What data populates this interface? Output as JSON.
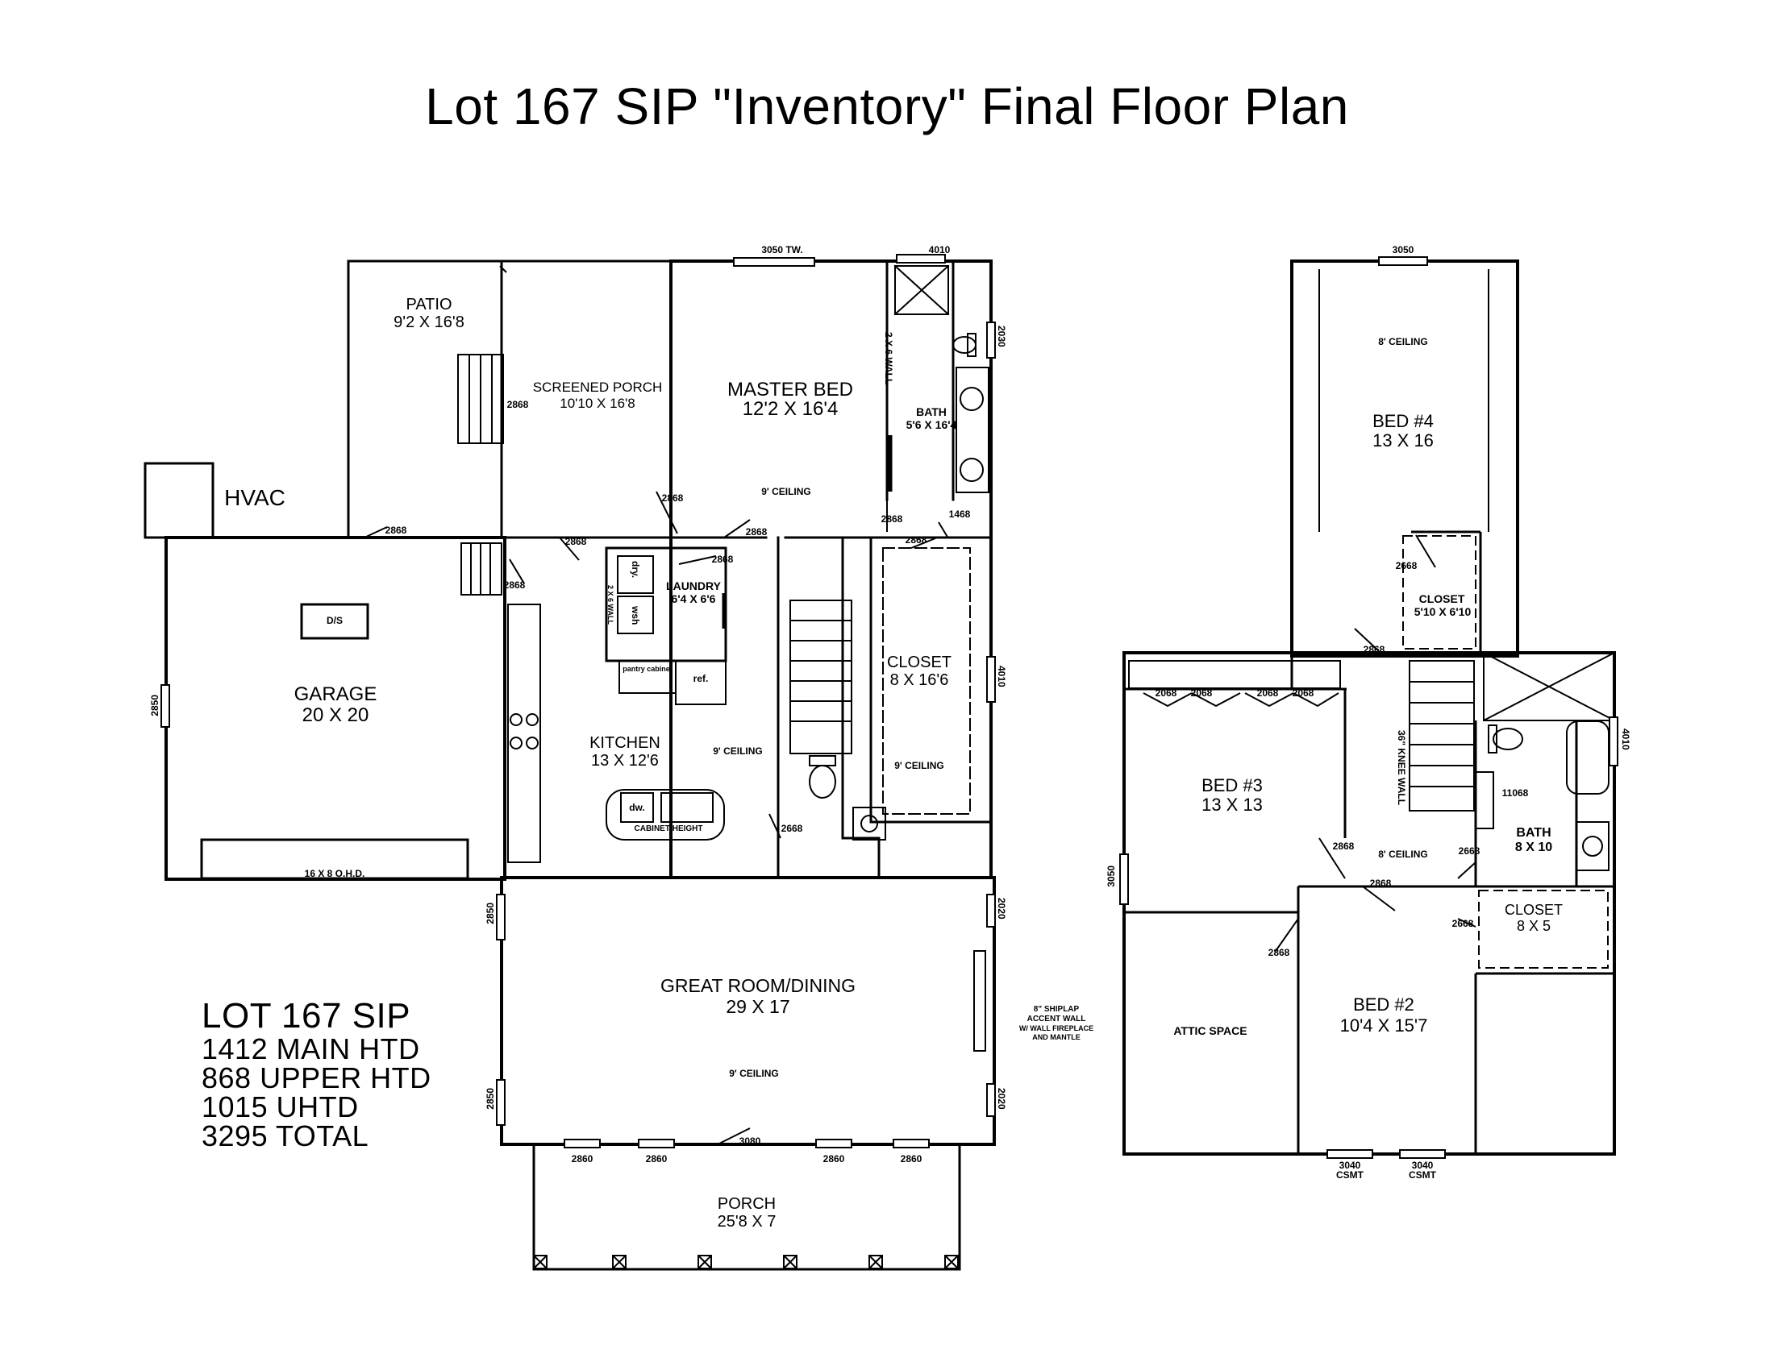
{
  "title": "Lot 167 SIP \"Inventory\" Final Floor Plan",
  "stats": {
    "heading": "LOT 167 SIP",
    "lines": [
      "1412 MAIN HTD",
      "868 UPPER HTD",
      "1015 UHTD",
      "3295 TOTAL"
    ]
  },
  "main_floor": {
    "patio": {
      "name": "PATIO",
      "size": "9'2 X 16'8"
    },
    "screened_porch": {
      "name": "SCREENED PORCH",
      "size": "10'10 X 16'8"
    },
    "master_bed": {
      "name": "MASTER BED",
      "size": "12'2 X 16'4",
      "ceiling": "9' CEILING"
    },
    "bath": {
      "name": "BATH",
      "size": "5'6 X 16'4",
      "wall_note": "2 X 6 WALL"
    },
    "hvac": "HVAC",
    "garage": {
      "name": "GARAGE",
      "size": "20 X 20",
      "ds": "D/S",
      "door": "16 X 8 O.H.D."
    },
    "laundry": {
      "name": "LAUNDRY",
      "size": "6'4 X 6'6",
      "dry": "dry.",
      "wsh": "wsh",
      "wall_note": "2 X 6 WALL",
      "pantry": "pantry cabinet",
      "ref": "ref."
    },
    "kitchen": {
      "name": "KITCHEN",
      "size": "13 X 12'6",
      "ceiling": "9' CEILING",
      "dw": "dw.",
      "cabinet": "CABINET HEIGHT"
    },
    "closet": {
      "name": "CLOSET",
      "size": "8 X 16'6",
      "ceiling": "9' CEILING"
    },
    "great_room": {
      "name": "GREAT ROOM/DINING",
      "size": "29 X 17",
      "ceiling": "9' CEILING"
    },
    "accent_note": [
      "8\" SHIPLAP",
      "ACCENT WALL",
      "W/ WALL FIREPLACE",
      "AND MANTLE"
    ],
    "porch": {
      "name": "PORCH",
      "size": "25'8 X 7"
    },
    "labels": {
      "w3050tw": "3050 TW.",
      "w4010top": "4010",
      "w2030": "2030",
      "d2868_patio": "2868",
      "d2868_sp": "2868",
      "d2868_sp2": "2868",
      "d2868_mb": "2868",
      "d2868_mb2": "2868",
      "d2868_bath": "2868",
      "d1468": "1468",
      "d2868_cl": "2868",
      "d2868_k": "2868",
      "d2868_g": "2868",
      "d2868_l": "2868",
      "w2850_g": "2850",
      "w4010_cl": "4010",
      "d2668_st": "2668",
      "w2850_gr1": "2850",
      "w2850_gr2": "2850",
      "w2020_a": "2020",
      "w2020_b": "2020",
      "w2860_1": "2860",
      "w2860_2": "2860",
      "w3080": "3080",
      "w2860_3": "2860",
      "w2860_4": "2860"
    }
  },
  "upper_floor": {
    "bed4": {
      "name": "BED #4",
      "size": "13 X 16",
      "ceiling": "8' CEILING"
    },
    "closet_a": {
      "name": "CLOSET",
      "size": "5'10 X 6'10"
    },
    "bed3": {
      "name": "BED #3",
      "size": "13 X 13"
    },
    "bath": {
      "name": "BATH",
      "size": "8 X 10"
    },
    "closet_b": {
      "name": "CLOSET",
      "size": "8 X 5"
    },
    "bed2": {
      "name": "BED #2",
      "size": "10'4 X 15'7"
    },
    "attic": "ATTIC SPACE",
    "hall_ceiling": "8' CEILING",
    "knee_wall": "36\" KNEE WALL",
    "labels": {
      "w3050": "3050",
      "d2668_b4": "2668",
      "d2868_st": "2868",
      "d2068_1": "2068",
      "d2068_2": "2068",
      "d2068_3": "2068",
      "d2068_4": "2068",
      "w4010": "4010",
      "d11068": "11068",
      "w3050_b3": "3050",
      "d2868_b3": "2868",
      "d2868_h": "2868",
      "d2668_bath": "2668",
      "d2668_cl": "2668",
      "d2868_attic": "2868",
      "w3040_1": "3040",
      "csmt_1": "CSMT",
      "w3040_2": "3040",
      "csmt_2": "CSMT"
    }
  }
}
